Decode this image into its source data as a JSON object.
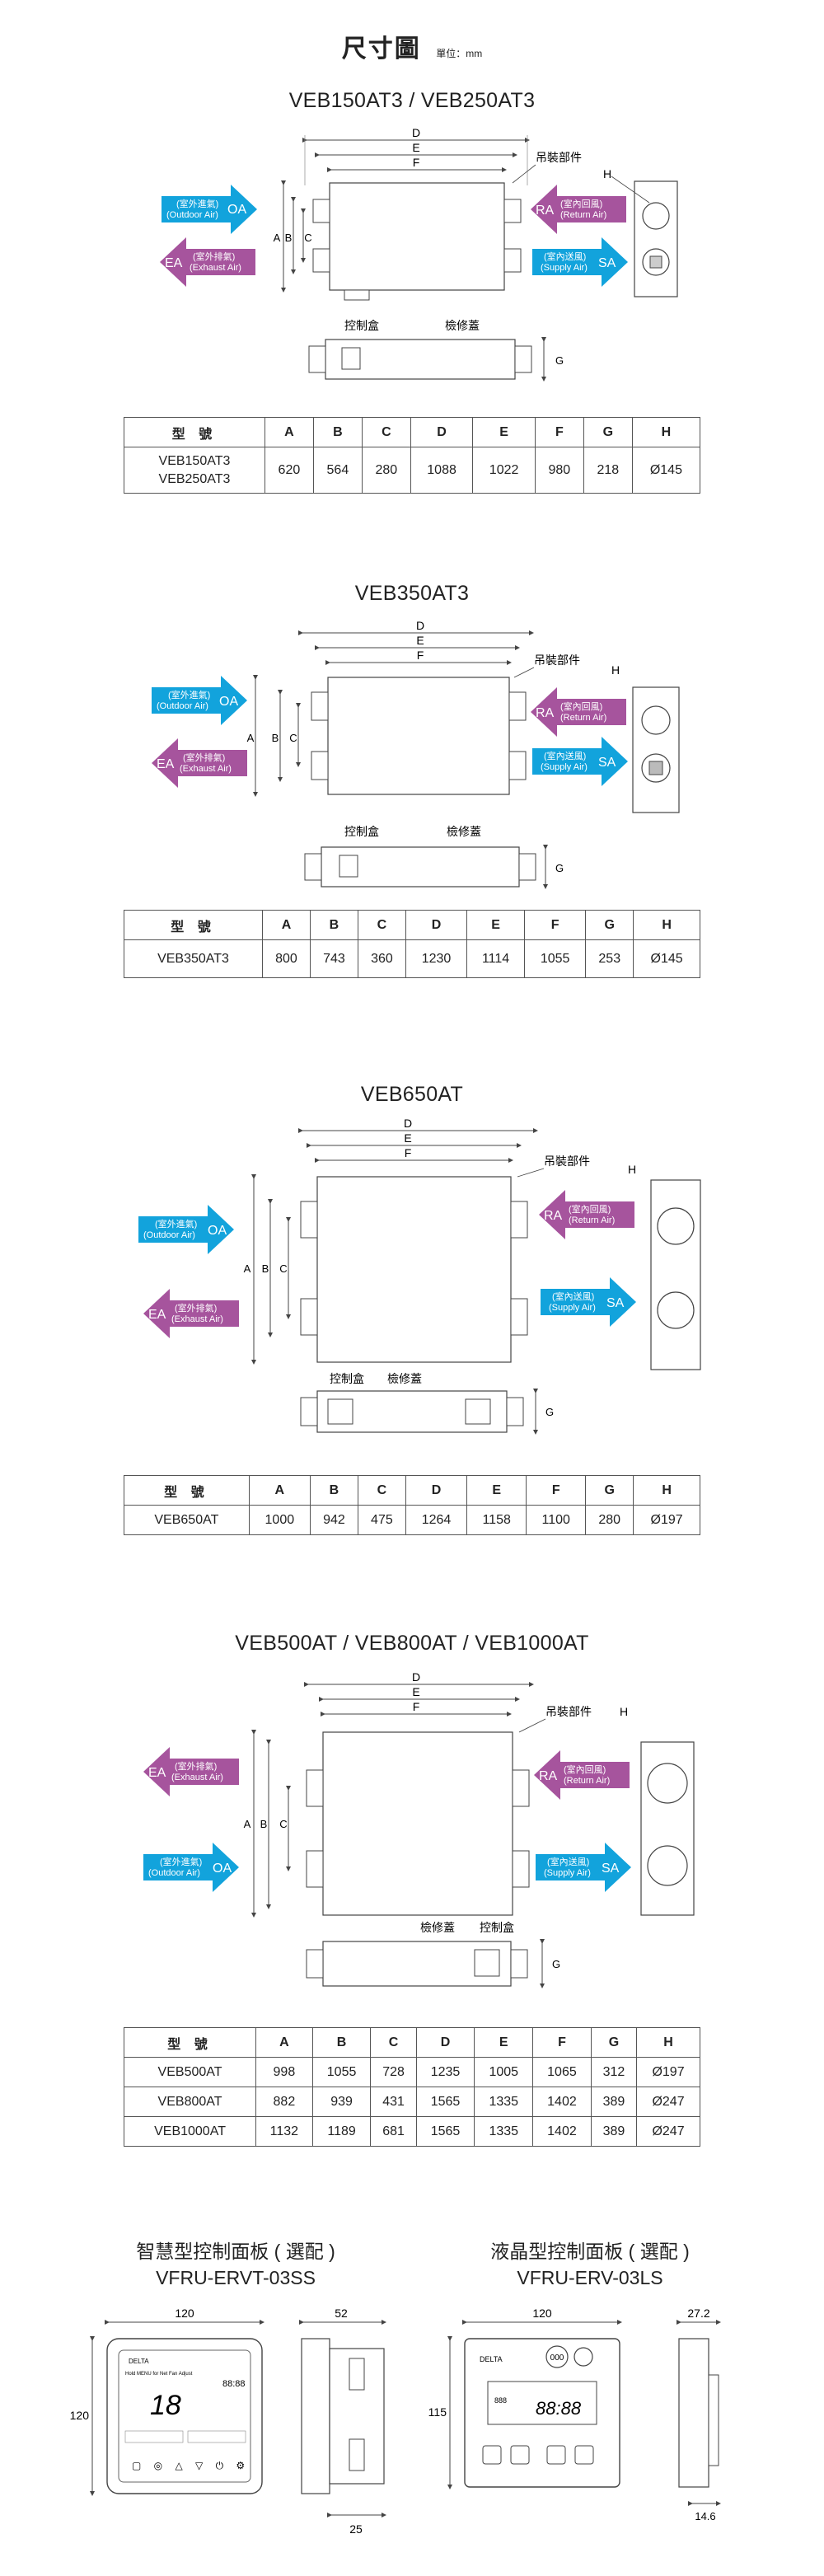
{
  "header": {
    "title": "尺寸圖",
    "unit": "單位：mm"
  },
  "labels": {
    "D": "D",
    "E": "E",
    "F": "F",
    "A": "A",
    "B": "B",
    "C": "C",
    "G": "G",
    "H": "H",
    "hanger": "吊裝部件",
    "control_box": "控制盒",
    "inspection": "檢修蓋"
  },
  "air": {
    "oa": {
      "code": "OA",
      "cn": "(室外進氣)",
      "en": "(Outdoor Air)"
    },
    "ea": {
      "code": "EA",
      "cn": "(室外排氣)",
      "en": "(Exhaust Air)"
    },
    "ra": {
      "code": "RA",
      "cn": "(室內回風)",
      "en": "(Return Air)"
    },
    "sa": {
      "code": "SA",
      "cn": "(室內送風)",
      "en": "(Supply Air)"
    }
  },
  "colors": {
    "blue": "#12a3dc",
    "purple": "#a6549d",
    "line": "#444444"
  },
  "table_headers": [
    "型 號",
    "A",
    "B",
    "C",
    "D",
    "E",
    "F",
    "G",
    "H"
  ],
  "sections": [
    {
      "title": "VEB150AT3 / VEB250AT3",
      "rows": [
        {
          "model_lines": [
            "VEB150AT3",
            "VEB250AT3"
          ],
          "values": [
            "620",
            "564",
            "280",
            "1088",
            "1022",
            "980",
            "218",
            "Ø145"
          ]
        }
      ]
    },
    {
      "title": "VEB350AT3",
      "rows": [
        {
          "model_lines": [
            "VEB350AT3"
          ],
          "values": [
            "800",
            "743",
            "360",
            "1230",
            "1114",
            "1055",
            "253",
            "Ø145"
          ]
        }
      ]
    },
    {
      "title": "VEB650AT",
      "rows": [
        {
          "model_lines": [
            "VEB650AT"
          ],
          "values": [
            "1000",
            "942",
            "475",
            "1264",
            "1158",
            "1100",
            "280",
            "Ø197"
          ]
        }
      ]
    },
    {
      "title": "VEB500AT / VEB800AT / VEB1000AT",
      "rows": [
        {
          "model_lines": [
            "VEB500AT"
          ],
          "values": [
            "998",
            "1055",
            "728",
            "1235",
            "1005",
            "1065",
            "312",
            "Ø197"
          ]
        },
        {
          "model_lines": [
            "VEB800AT"
          ],
          "values": [
            "882",
            "939",
            "431",
            "1565",
            "1335",
            "1402",
            "389",
            "Ø247"
          ]
        },
        {
          "model_lines": [
            "VEB1000AT"
          ],
          "values": [
            "1132",
            "1189",
            "681",
            "1565",
            "1335",
            "1402",
            "389",
            "Ø247"
          ]
        }
      ]
    }
  ],
  "panels": [
    {
      "title_line1": "智慧型控制面板 ( 選配 )",
      "title_line2": "VFRU-ERVT-03SS",
      "dims": {
        "width": "120",
        "height": "120",
        "depth": "52",
        "base": "25"
      },
      "brand": "DELTA",
      "screen_text": "18",
      "screen_small": "88:88",
      "screen_hint": "Hold MENU for Net Fan Adjust",
      "buttons": "▢  ◎  △  ▽  ⏻  ⚙"
    },
    {
      "title_line1": "液晶型控制面板 ( 選配 )",
      "title_line2": "VFRU-ERV-03LS",
      "dims": {
        "width": "120",
        "height": "115",
        "depth": "27.2",
        "base": "14.6"
      },
      "brand": "DELTA",
      "dial_label": "000",
      "screen_text": "88:88",
      "screen_small": "888"
    }
  ]
}
